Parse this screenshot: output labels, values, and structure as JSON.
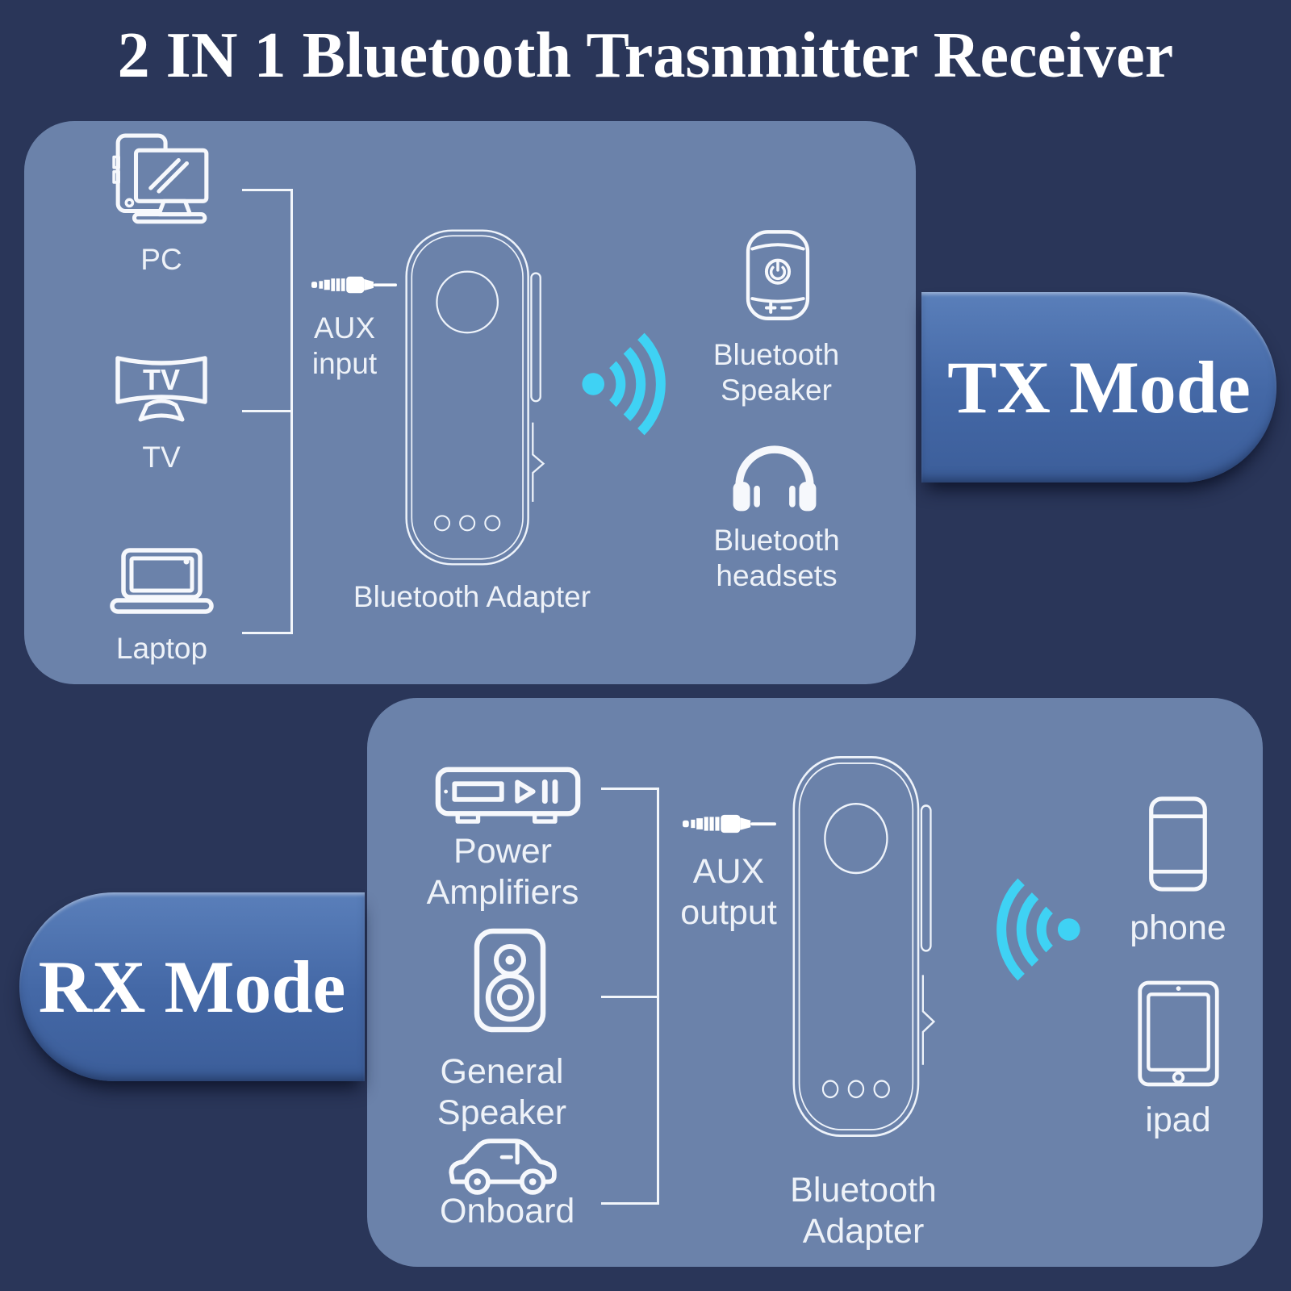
{
  "title": "2 IN 1 Bluetooth Trasnmitter Receiver",
  "palette": {
    "background": "#2a3659",
    "panel_blue": "#6b82aa",
    "pill_blue": "#4569a8",
    "accent_cyan": "#3fd2f4",
    "text_white": "#ffffff"
  },
  "tx_section": {
    "mode_label": "TX Mode",
    "sources": [
      {
        "label": "PC"
      },
      {
        "label": "TV"
      },
      {
        "label": "Laptop"
      }
    ],
    "aux_label": "AUX input",
    "adapter_label": "Bluetooth Adapter",
    "targets": [
      {
        "label": "Bluetooth Speaker"
      },
      {
        "label": "Bluetooth headsets"
      }
    ]
  },
  "rx_section": {
    "mode_label": "RX Mode",
    "sources": [
      {
        "label": "Power Amplifiers"
      },
      {
        "label": "General Speaker"
      },
      {
        "label": "Onboard"
      }
    ],
    "aux_label": "AUX output",
    "adapter_label": "Bluetooth Adapter",
    "targets": [
      {
        "label": "phone"
      },
      {
        "label": "ipad"
      }
    ]
  }
}
